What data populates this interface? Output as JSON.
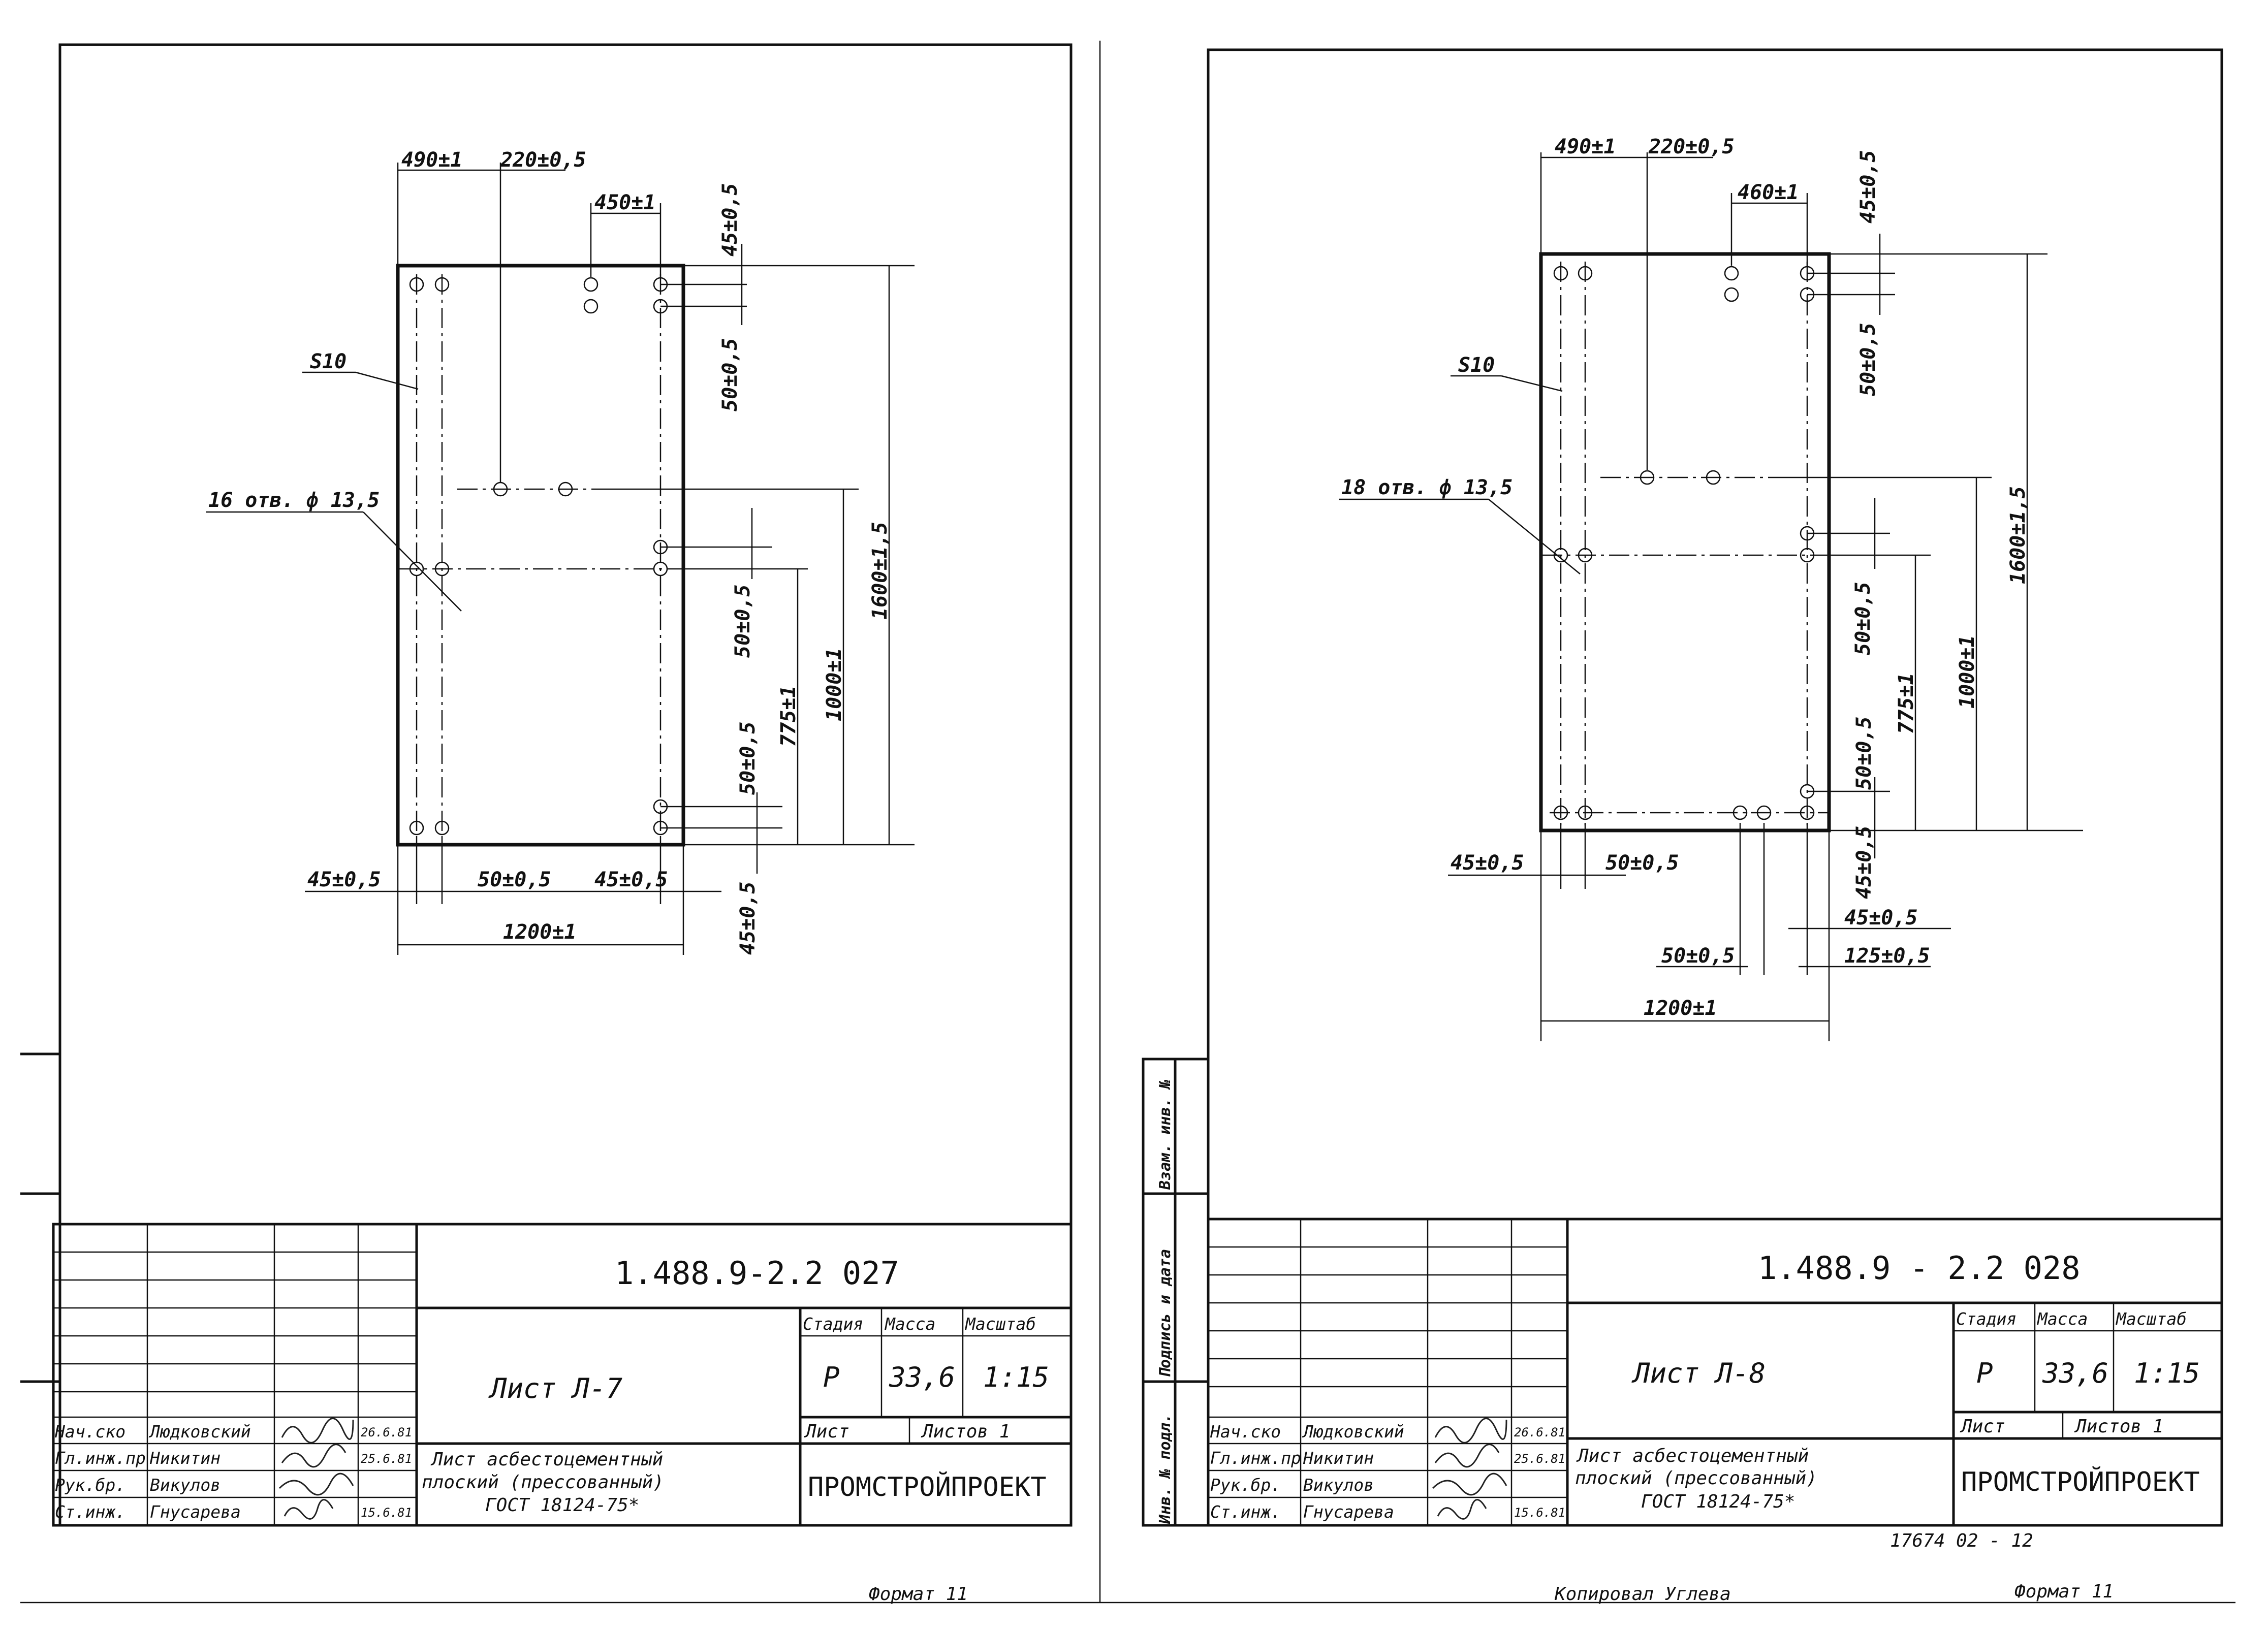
{
  "sheets": [
    {
      "dims": {
        "top_a": "490±1",
        "top_b": "220±0,5",
        "top_c": "450±1",
        "v_45": "45±0,5",
        "v_50a": "50±0,5",
        "v_1600": "1600±1,5",
        "v_50b": "50±0,5",
        "v_1000": "1000±1",
        "v_775": "775±1",
        "v_50c": "50±0,5",
        "b_45l": "45±0,5",
        "b_50": "50±0,5",
        "b_45r": "45±0,5",
        "b_45v": "45±0,5",
        "width": "1200±1"
      },
      "label_s": "S10",
      "label_holes": "16 отв. ф 13,5",
      "title_block": {
        "doc_number": "1.488.9-2.2 027",
        "sheet_title": "Лист Л-7",
        "desc_line1": "Лист асбестоцементный",
        "desc_line2": "плоский (прессованный)",
        "desc_line3": "ГОСТ 18124-75*",
        "hdr_stage": "Стадия",
        "hdr_mass": "Масса",
        "hdr_scale": "Масштаб",
        "stage": "Р",
        "mass": "33,6",
        "scale": "1:15",
        "sheet_lbl": "Лист",
        "sheets_lbl": "Листов 1",
        "org": "ПРОМСТРОЙПРОЕКТ",
        "roles": [
          "Нач.ско",
          "Гл.инж.пр",
          "Рук.бр.",
          "Ст.инж."
        ],
        "names": [
          "Людковский",
          "Никитин",
          "Викулов",
          "Гнусарева"
        ],
        "dates": [
          "26.6.81",
          "25.6.81",
          "",
          "15.6.81"
        ]
      },
      "format": "Формат 11"
    },
    {
      "dims": {
        "top_a": "490±1",
        "top_b": "220±0,5",
        "top_c": "460±1",
        "v_45": "45±0,5",
        "v_50a": "50±0,5",
        "v_1600": "1600±1,5",
        "v_50b": "50±0,5",
        "v_1000": "1000±1",
        "v_775": "775±1",
        "v_50c": "50±0,5",
        "b_45l": "45±0,5",
        "b_50": "50±0,5",
        "b_45v": "45±0,5",
        "b_45r": "45±0,5",
        "b_125": "125±0,5",
        "b_50b": "50±0,5",
        "width": "1200±1"
      },
      "label_s": "S10",
      "label_holes": "18 отв. ф 13,5",
      "title_block": {
        "doc_number": "1.488.9 - 2.2 028",
        "sheet_title": "Лист Л-8",
        "desc_line1": "Лист асбестоцементный",
        "desc_line2": "плоский (прессованный)",
        "desc_line3": "ГОСТ 18124-75*",
        "hdr_stage": "Стадия",
        "hdr_mass": "Масса",
        "hdr_scale": "Масштаб",
        "stage": "Р",
        "mass": "33,6",
        "scale": "1:15",
        "sheet_lbl": "Лист",
        "sheets_lbl": "Листов 1",
        "org": "ПРОМСТРОЙПРОЕКТ",
        "roles": [
          "Нач.ско",
          "Гл.инж.пр",
          "Рук.бр.",
          "Ст.инж."
        ],
        "names": [
          "Людковский",
          "Никитин",
          "Викулов",
          "Гнусарева"
        ],
        "dates": [
          "26.6.81",
          "25.6.81",
          "",
          "15.6.81"
        ]
      },
      "side_labels": [
        "Инв. № подл.",
        "Подпись и дата",
        "Взам. инв. №"
      ],
      "copy_number": "17674 02 - 12",
      "copied_by": "Копировал Углева",
      "format": "Формат 11"
    }
  ]
}
